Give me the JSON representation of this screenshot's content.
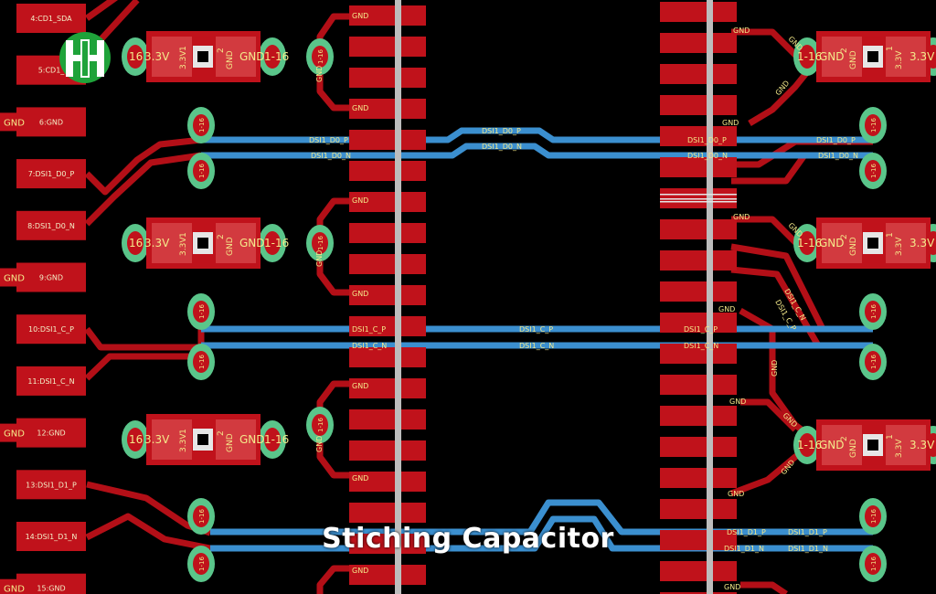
{
  "caption": "Stiching Capacitor",
  "watermark_text": "",
  "colors": {
    "background": "#000000",
    "copper_red": "#c0121b",
    "trace_red": "#b30f17",
    "trace_blue": "#3b8fcf",
    "via_green": "#5ac58a",
    "pad_white": "#e6e6e6",
    "label_yellow": "#f4e98a"
  },
  "left_connector": [
    {
      "label": "4:CD1_SDA",
      "gnd": ""
    },
    {
      "label": "5:CD1_",
      "gnd": ""
    },
    {
      "label": "6:GND",
      "gnd": "GND"
    },
    {
      "label": "7:DSI1_D0_P",
      "gnd": ""
    },
    {
      "label": "8:DSI1_D0_N",
      "gnd": ""
    },
    {
      "label": "9:GND",
      "gnd": "GND"
    },
    {
      "label": "10:DSI1_C_P",
      "gnd": ""
    },
    {
      "label": "11:DSI1_C_N",
      "gnd": ""
    },
    {
      "label": "12:GND",
      "gnd": "GND"
    },
    {
      "label": "13:DSI1_D1_P",
      "gnd": ""
    },
    {
      "label": "14:DSI1_D1_N",
      "gnd": ""
    },
    {
      "label": "15:GND",
      "gnd": "GND"
    }
  ],
  "capacitors_left": [
    {
      "left_net": "16",
      "volt": "3.3V",
      "pin1": "1",
      "pin_volt": "3.3V",
      "pin2": "2",
      "pin2_net": "GND",
      "right_net": "GND",
      "right_num": "1-16"
    },
    {
      "left_net": "16",
      "volt": "3.3V",
      "pin1": "1",
      "pin_volt": "3.3V",
      "pin2": "2",
      "pin2_net": "GND",
      "right_net": "GND",
      "right_num": "1-16"
    },
    {
      "left_net": "16",
      "volt": "3.3V",
      "pin1": "1",
      "pin_volt": "3.3V",
      "pin2": "2",
      "pin2_net": "GND",
      "right_net": "GND",
      "right_num": "1-16"
    }
  ],
  "capacitors_right": [
    {
      "left_num": "1-16",
      "left_net": "GND",
      "pin2": "2",
      "pin2_net": "GND",
      "pin1": "1",
      "pin_volt": "3.3V",
      "right_volt": "3.3V"
    },
    {
      "left_num": "1-16",
      "left_net": "GND",
      "pin2": "2",
      "pin2_net": "GND",
      "pin1": "1",
      "pin_volt": "3.3V",
      "right_volt": "3.3V"
    },
    {
      "left_num": "1-16",
      "left_net": "GND",
      "pin2": "2",
      "pin2_net": "GND",
      "pin1": "1",
      "pin_volt": "3.3V",
      "right_volt": "3.3V"
    }
  ],
  "trace_labels": {
    "d0_p": "DSI1_D0_P",
    "d0_n": "DSI1_D0_N",
    "c_p": "DSI1_C_P",
    "c_n": "DSI1_C_N",
    "d1_p": "DSI1_D1_P",
    "d1_n": "DSI1_D1_N",
    "gnd": "GND"
  },
  "via_label": "1-16"
}
